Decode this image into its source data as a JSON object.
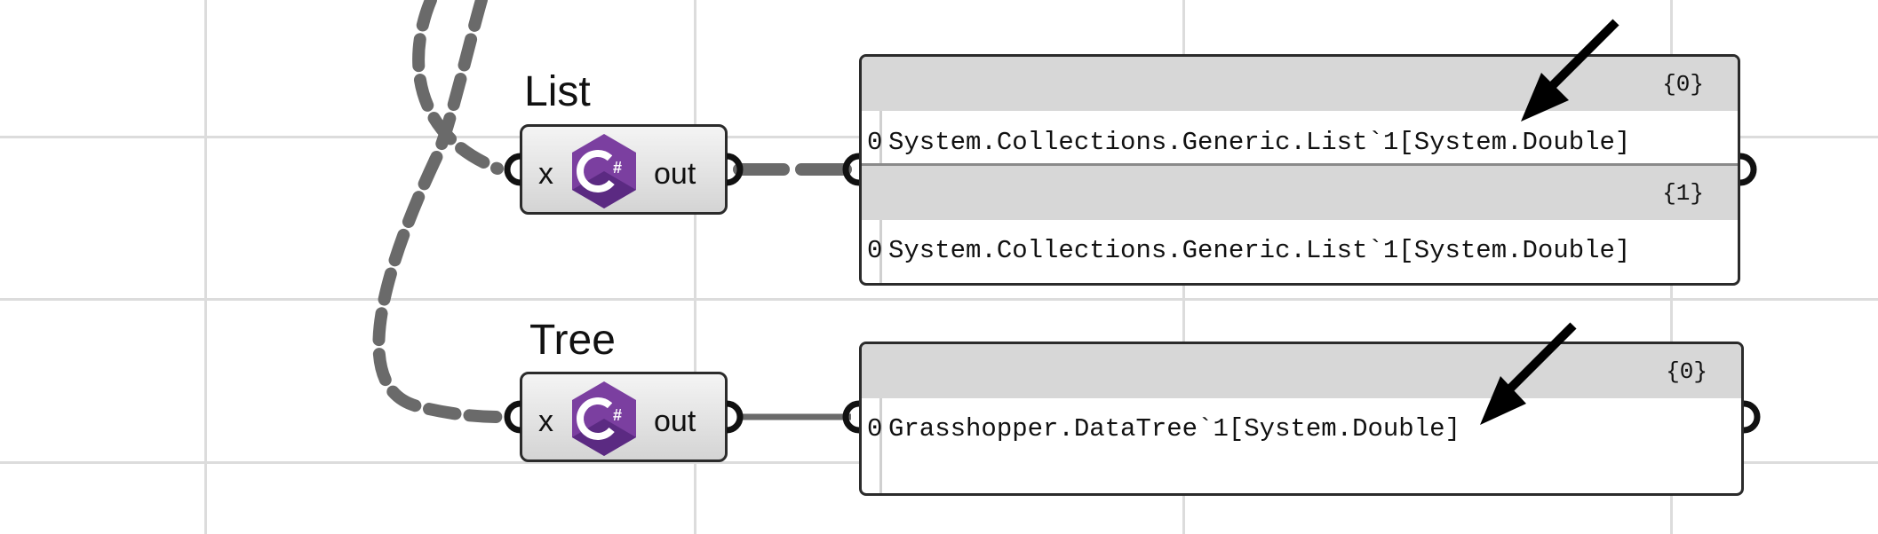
{
  "canvas": {
    "background": "#ffffff",
    "grid_color": "#dcdcdc",
    "wire_color": "#6a6a6a"
  },
  "components": [
    {
      "label": "List",
      "input": "x",
      "output": "out",
      "icon": "csharp-icon"
    },
    {
      "label": "Tree",
      "input": "x",
      "output": "out",
      "icon": "csharp-icon"
    }
  ],
  "panels": [
    {
      "branches": [
        {
          "path": "{0}",
          "items": [
            {
              "index": "0",
              "value": "System.Collections.Generic.List`1[System.Double]"
            }
          ]
        },
        {
          "path": "{1}",
          "items": [
            {
              "index": "0",
              "value": "System.Collections.Generic.List`1[System.Double]"
            }
          ]
        }
      ]
    },
    {
      "branches": [
        {
          "path": "{0}",
          "items": [
            {
              "index": "0",
              "value": "Grasshopper.DataTree`1[System.Double]"
            }
          ]
        }
      ]
    }
  ],
  "annotations": {
    "arrow_color": "#000000",
    "icons": [
      "arrow-icon",
      "arrow-icon"
    ]
  },
  "brand": {
    "csharp_purple": "#7b3fa0",
    "csharp_purple_dark": "#5b2a82"
  }
}
